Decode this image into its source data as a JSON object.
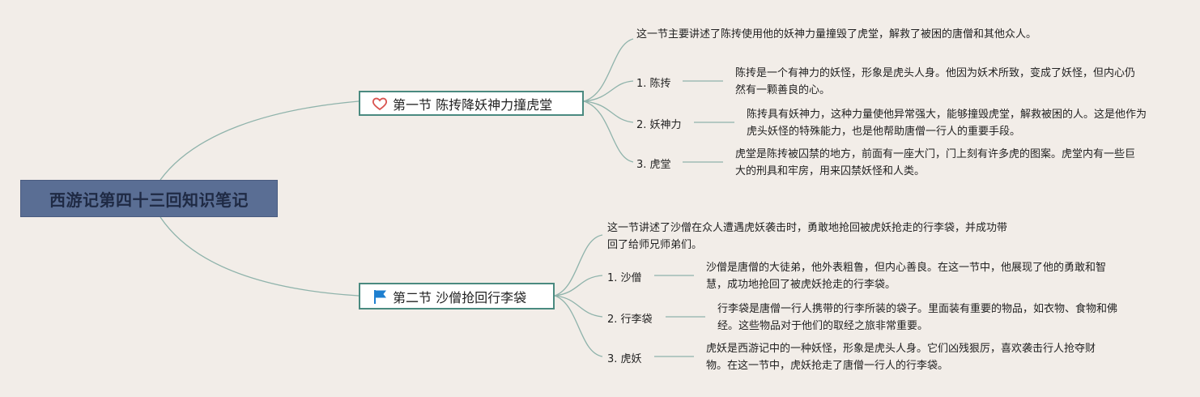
{
  "root": {
    "title": "西游记第四十三回知识笔记"
  },
  "sections": [
    {
      "title": "第一节 陈抟降妖神力撞虎堂",
      "icon": "heart-icon",
      "summary": "这一节主要讲述了陈抟使用他的妖神力量撞毁了虎堂，解救了被困的唐僧和其他众人。",
      "items": [
        {
          "label": "1. 陈抟",
          "text": "陈抟是一个有神力的妖怪，形象是虎头人身。他因为妖术所致，变成了妖怪，但内心仍然有一颗善良的心。"
        },
        {
          "label": "2. 妖神力",
          "text": "陈抟具有妖神力，这种力量使他异常强大，能够撞毁虎堂，解救被困的人。这是他作为虎头妖怪的特殊能力，也是他帮助唐僧一行人的重要手段。"
        },
        {
          "label": "3. 虎堂",
          "text": "虎堂是陈抟被囚禁的地方，前面有一座大门，门上刻有许多虎的图案。虎堂内有一些巨大的刑具和牢房，用来囚禁妖怪和人类。"
        }
      ]
    },
    {
      "title": "第二节 沙僧抢回行李袋",
      "icon": "flag-icon",
      "summary": "这一节讲述了沙僧在众人遭遇虎妖袭击时，勇敢地抢回被虎妖抢走的行李袋，并成功带回了给师兄师弟们。",
      "items": [
        {
          "label": "1. 沙僧",
          "text": "沙僧是唐僧的大徒弟，他外表粗鲁，但内心善良。在这一节中，他展现了他的勇敢和智慧，成功地抢回了被虎妖抢走的行李袋。"
        },
        {
          "label": "2. 行李袋",
          "text": "行李袋是唐僧一行人携带的行李所装的袋子。里面装有重要的物品，如衣物、食物和佛经。这些物品对于他们的取经之旅非常重要。"
        },
        {
          "label": "3. 虎妖",
          "text": "虎妖是西游记中的一种妖怪，形象是虎头人身。它们凶残狠厉，喜欢袭击行人抢夺财物。在这一节中，虎妖抢走了唐僧一行人的行李袋。"
        }
      ]
    }
  ],
  "colors": {
    "root_fill": "#5a6e94",
    "branch_border": "#4a8a80",
    "line": "#8fb3ab",
    "background": "#f2ede8",
    "heart": "#d9534f",
    "flag": "#1e7fd0"
  }
}
